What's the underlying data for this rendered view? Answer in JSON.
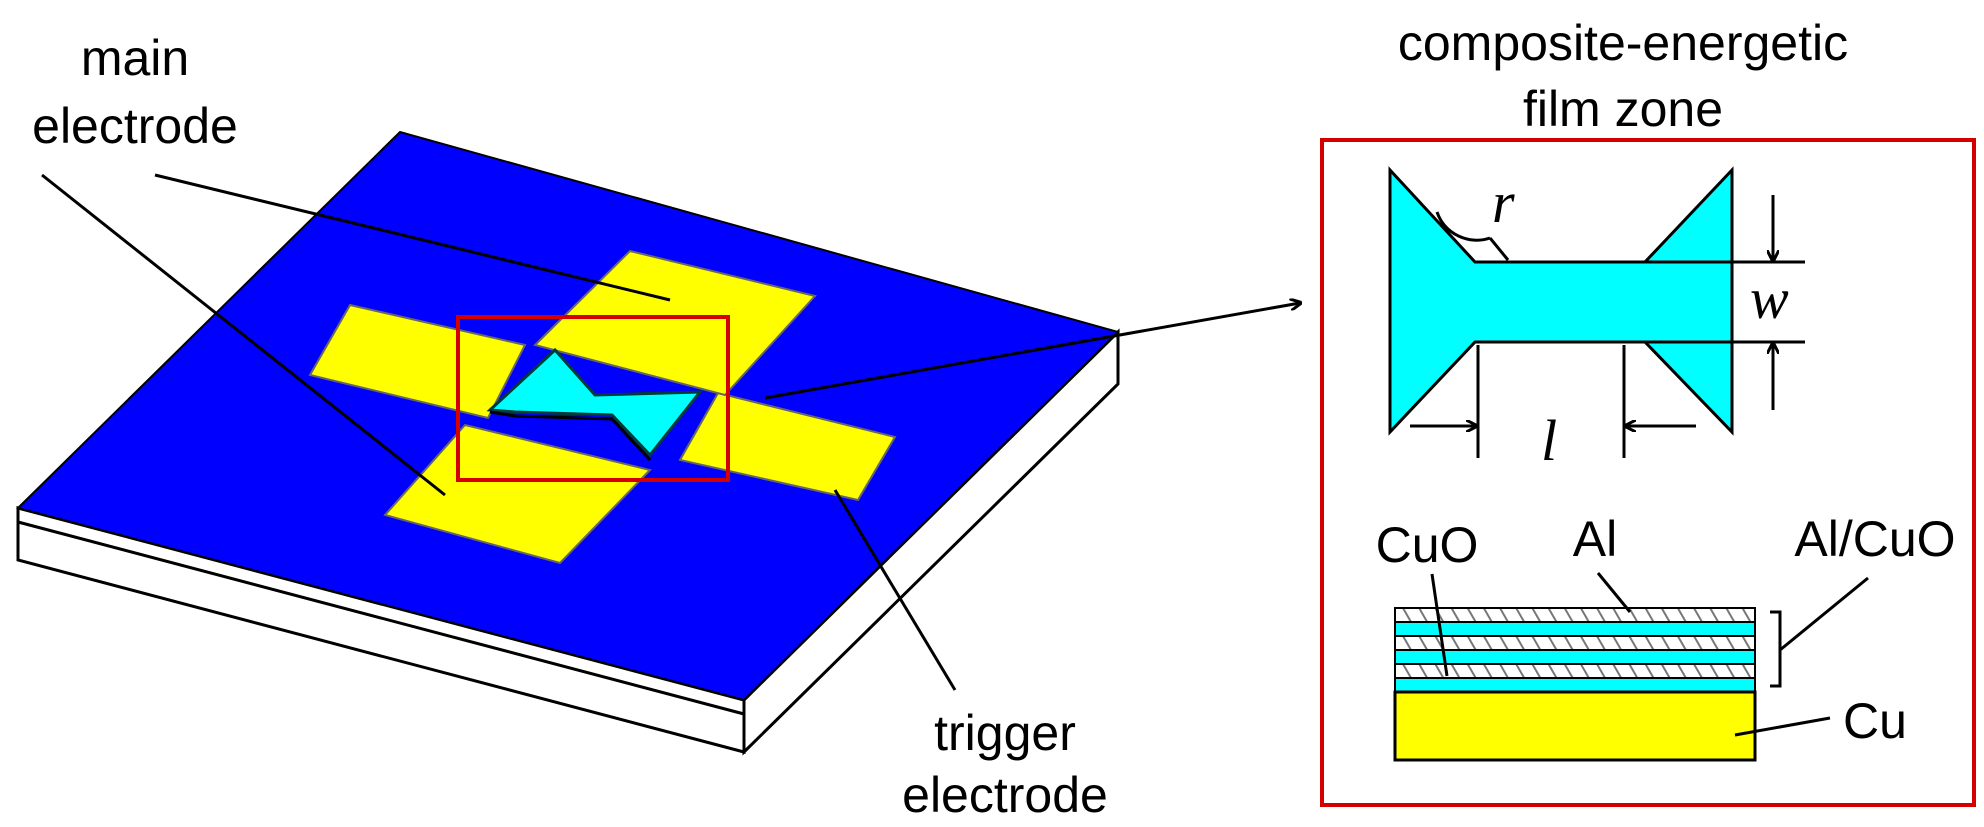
{
  "labels": {
    "main_electrode_1": "main",
    "main_electrode_2": "electrode",
    "trigger_electrode_1": "trigger",
    "trigger_electrode_2": "electrode",
    "zone_title_1": "composite-energetic",
    "zone_title_2": "film zone",
    "dim_r": "r",
    "dim_w": "w",
    "dim_l": "l",
    "layer_cuo": "CuO",
    "layer_al": "Al",
    "layer_alcuo": "Al/CuO",
    "layer_cu": "Cu"
  },
  "colors": {
    "substrate": "#0000ff",
    "electrode": "#ffff00",
    "film": "#00ffff",
    "highlight": "#d40000",
    "line": "#000000"
  }
}
